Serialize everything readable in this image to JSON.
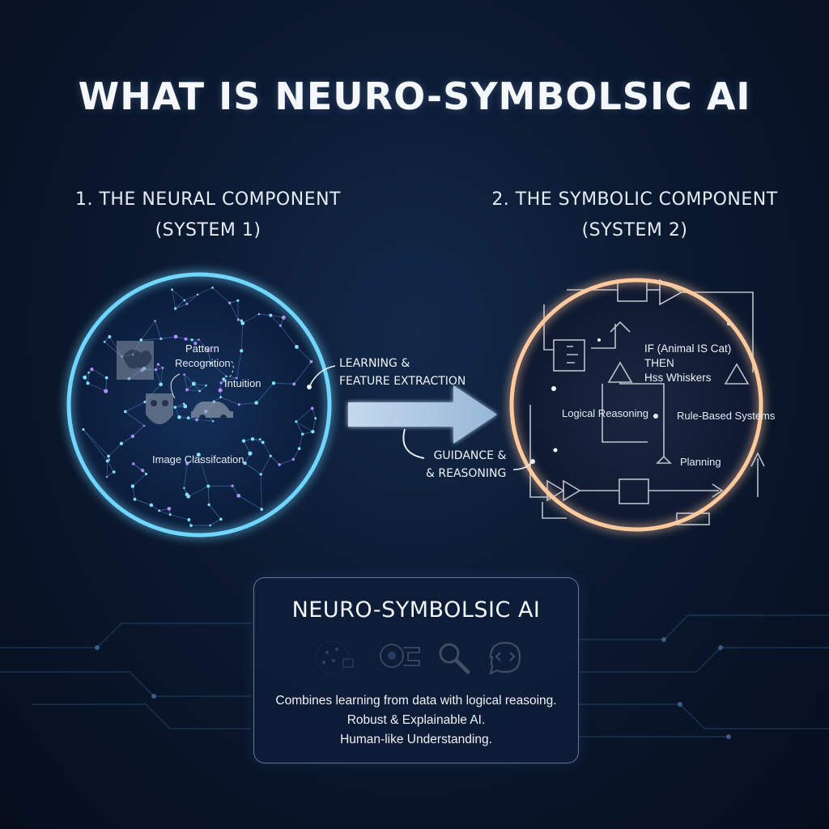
{
  "title": "WHAT IS NEURO-SYMBOLSIC AI",
  "neural": {
    "heading_line1": "1. THE NEURAL COMPONENT",
    "heading_line2": "(SYSTEM 1)",
    "labels": {
      "pattern_line1": "Pattern",
      "pattern_line2": "Recognition",
      "intuition": "Intuition",
      "image_classification": "Image Classifcation"
    },
    "icons": [
      "brain-image-icon",
      "face-mask-icon",
      "car-icon"
    ],
    "glow_color": "#5fd0ff"
  },
  "symbolic": {
    "heading_line1": "2. THE SYMBOLIC COMPONENT",
    "heading_line2": "(SYSTEM 2)",
    "rule_line1": "IF (Animal IS Cat)",
    "rule_line2": "THEN",
    "rule_line3": "Hss Whiskers",
    "labels": {
      "logical_reasoning": "Logical Reasoning",
      "rule_based": "Rule-Based Systems",
      "planning": "Planning"
    },
    "glow_color": "#ffc79a"
  },
  "flow": {
    "forward_line1": "LEARNING &",
    "forward_line2": "FEATURE EXTRACTION",
    "back_line1": "GUIDANCE &",
    "back_line2": "& REASONING"
  },
  "summary": {
    "title": "NEURO-SYMBOLSIC AI",
    "icons": [
      "neural-network-icon",
      "hybrid-module-icon",
      "magnifier-icon",
      "code-bubble-icon"
    ],
    "line1": "Combines learning from data with logical reasoing.",
    "line2": "Robust & Explainable AI.",
    "line3": "Human-like Understanding."
  }
}
